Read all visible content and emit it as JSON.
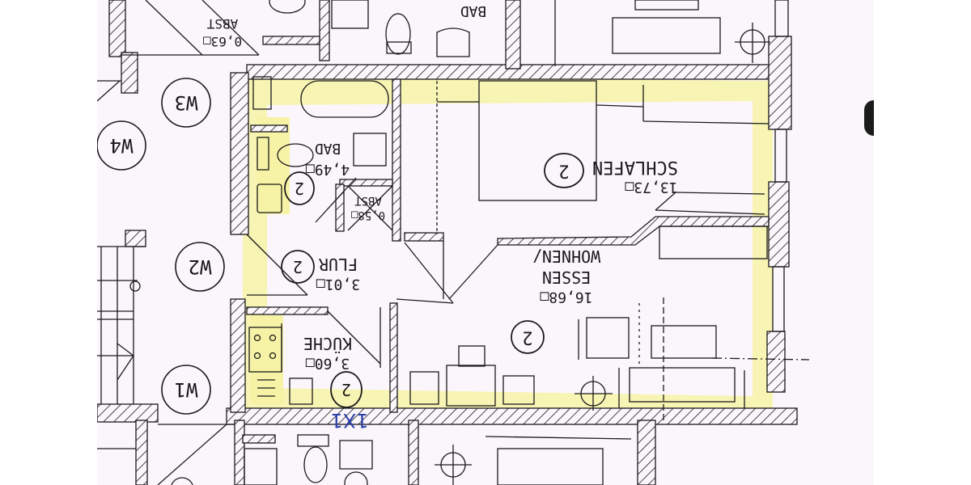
{
  "document": {
    "type": "floor-plan-scan",
    "orientation": "upside-down (rotated 180°)",
    "colors": {
      "paper": "#fbf6fc",
      "outer_margin": "#ffffff",
      "ink": "#1a1a1a",
      "highlight": "#f7f3a6",
      "pen_mark": "#2b3fa8"
    }
  },
  "rooms": [
    {
      "id": "schlafen",
      "name": "SCHLAFEN",
      "area": "13,73□",
      "marker": "2"
    },
    {
      "id": "wohnen",
      "name": "WOHNEN/",
      "name2": "ESSEN",
      "area": "16,68□",
      "marker": "2"
    },
    {
      "id": "bad",
      "name": "BAD",
      "area": "4,49□",
      "marker": "2"
    },
    {
      "id": "flur",
      "name": "FLUR",
      "area": "3,01□",
      "marker": "2"
    },
    {
      "id": "kueche",
      "name": "KÜCHE",
      "area": "3,60□",
      "marker": "2"
    },
    {
      "id": "abst",
      "name": "ABST",
      "area": "0,58□"
    },
    {
      "id": "abst_top",
      "name": "ABST",
      "area": "0,63□"
    },
    {
      "id": "bad_top",
      "name": "BAD"
    }
  ],
  "unit_markers": [
    {
      "label": "W1"
    },
    {
      "label": "W2"
    },
    {
      "label": "W3"
    },
    {
      "label": "W4"
    }
  ],
  "annotations": {
    "pen_mark": "1X1"
  }
}
